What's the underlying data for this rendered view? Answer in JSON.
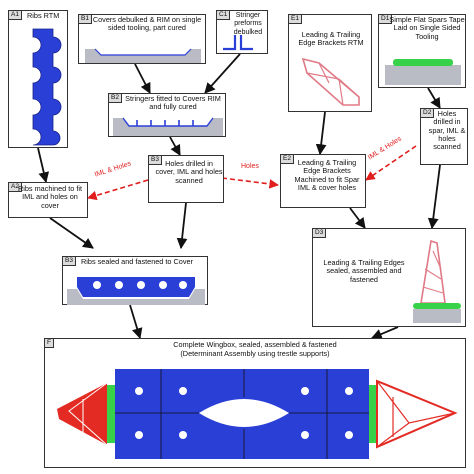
{
  "boxes": {
    "a1": {
      "tag": "A1",
      "text": "Ribs RTM"
    },
    "b1": {
      "tag": "B1",
      "text": "Covers debulked & RIM on single sided tooling, part cured"
    },
    "c1": {
      "tag": "C1",
      "text": "Stringer preforms debulked"
    },
    "e1": {
      "tag": "E1",
      "text": "Leading & Trailing Edge Brackets RTM"
    },
    "d1": {
      "tag": "D1",
      "text": "Simple Flat Spars Tape Laid on Single Sided Tooling"
    },
    "b2": {
      "tag": "B2",
      "text": "Stringers fitted to Covers RIM and fully cured"
    },
    "d2": {
      "tag": "D2",
      "text": "Holes drilled in spar, IML & holes scanned"
    },
    "a2": {
      "tag": "A2",
      "text": "Ribs machined to fit IML and holes on cover"
    },
    "b3": {
      "tag": "B3",
      "text": "Holes drilled in cover, IML and holes scanned"
    },
    "e2": {
      "tag": "E2",
      "text": "Leading & Trailing Edge Brackets Machined to fit Spar IML & cover holes"
    },
    "d3": {
      "tag": "D3",
      "text": "Leading & Trailing Edges sealed, assembled and fastened"
    },
    "b4": {
      "tag": "B3",
      "text": "Ribs sealed and fastened  to Cover"
    },
    "f": {
      "tag": "F",
      "title": "Complete Wingbox, sealed, assembled & fastened",
      "subtitle": "(Determinant Assembly using trestle supports)"
    }
  },
  "arrow_labels": {
    "iml_holes_left": "IML & Holes",
    "holes_mid": "Holes",
    "iml_holes_right": "IML & Holes"
  },
  "colors": {
    "rib_blue": "#2a3fd6",
    "composite_green": "#37d14a",
    "tool_grey": "#b9bcc4",
    "bracket_pink": "#e07a86",
    "edge_red": "#e32b24",
    "dashed_arrow": "#e11d1d"
  }
}
